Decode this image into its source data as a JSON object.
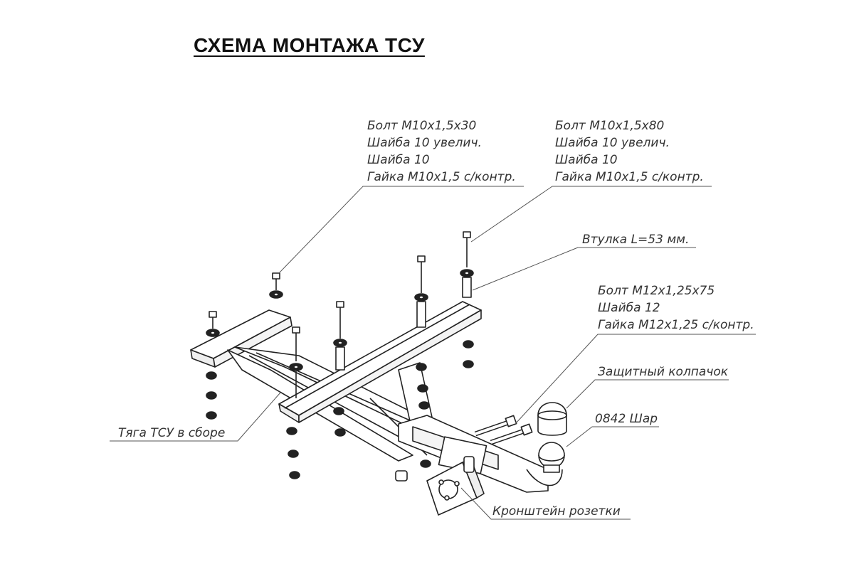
{
  "title": "СХЕМА МОНТАЖА ТСУ",
  "callouts": {
    "bolt_set_left": [
      "Болт М10х1,5х30",
      "Шайба 10 увелич.",
      "Шайба 10",
      "Гайка М10х1,5 с/контр."
    ],
    "bolt_set_right": [
      "Болт М10х1,5х80",
      "Шайба 10 увелич.",
      "Шайба 10",
      "Гайка М10х1,5 с/контр."
    ],
    "sleeve": "Втулка L=53 мм.",
    "bolt_set_ball": [
      "Болт М12х1,25х75",
      "Шайба 12",
      "Гайка М12х1,25 с/контр."
    ],
    "protective_cap": "Защитный колпачок",
    "ball": "0842 Шар",
    "tow_bar_assembly": "Тяга ТСУ в сборе",
    "socket_bracket": "Кронштейн розетки"
  }
}
